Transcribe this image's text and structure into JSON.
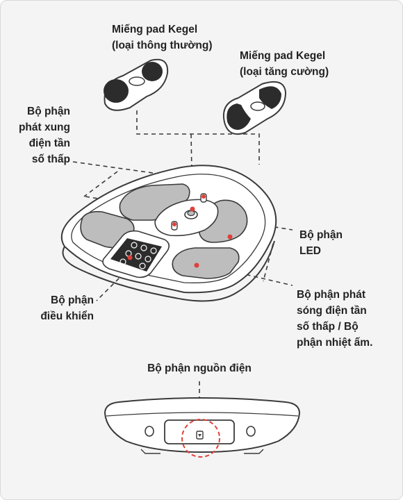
{
  "labels": {
    "kegel_standard": "Miếng pad Kegel\n(loại thông thường)",
    "kegel_enhanced": "Miếng pad Kegel\n(loại tăng cường)",
    "pulse_unit": "Bộ phận\nphát xung\nđiện tần\nsố thấp",
    "led_unit": "Bộ phận\nLED",
    "control_unit": "Bộ phận\nđiều khiển",
    "wave_heat_unit": "Bộ phận phát\nsóng điện tần\nsố thấp / Bộ\nphận nhiệt ấm.",
    "power_unit": "Bộ phận nguồn điện"
  },
  "colors": {
    "background": "#f4f4f4",
    "outline": "#3a3a3a",
    "pad_fill": "#bdbdbd",
    "pad_dark": "#2c2c2c",
    "accent_red": "#e0403a"
  }
}
